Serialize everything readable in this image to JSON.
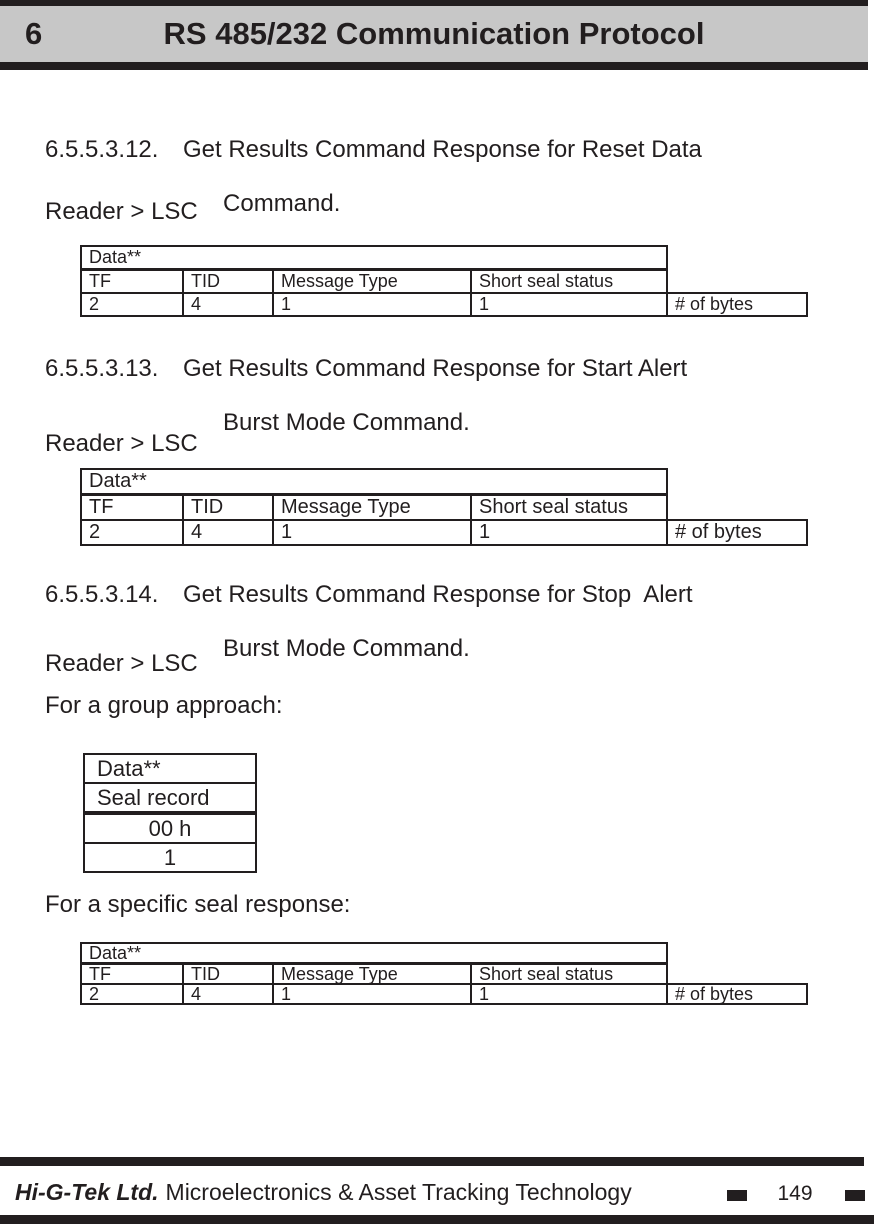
{
  "colors": {
    "header_gray": "#c7c7c7",
    "ink": "#221e1f"
  },
  "header": {
    "chapter_number": "6",
    "title": "RS 485/232 Communication Protocol"
  },
  "sections": [
    {
      "number": "6.5.5.3.12.",
      "title_line1": "Get Results Command Response for Reset Data",
      "title_line2": "Command.",
      "direction": "Reader > LSC"
    },
    {
      "number": "6.5.5.3.13.",
      "title_line1": "Get Results Command Response for Start Alert",
      "title_line2": "Burst Mode Command.",
      "direction": "Reader > LSC"
    },
    {
      "number": "6.5.5.3.14.",
      "title_line1": "Get Results Command Response for Stop  Alert",
      "title_line2": "Burst Mode Command.",
      "direction": "Reader > LSC"
    }
  ],
  "byte_table": {
    "group_header": "Data**",
    "columns": [
      "TF",
      "TID",
      "Message Type",
      "Short seal status"
    ],
    "values": [
      "2",
      "4",
      "1",
      "1"
    ],
    "bytes_label": "# of bytes"
  },
  "paragraphs": {
    "group_approach": "For a group approach:",
    "specific_seal": "For a specific seal response:"
  },
  "group_table": {
    "rows": [
      "Data**",
      "Seal record",
      "00 h",
      "1"
    ]
  },
  "footer": {
    "company": "Hi-G-Tek Ltd.",
    "tagline": "Microelectronics & Asset Tracking Technology",
    "page_number": "149"
  }
}
